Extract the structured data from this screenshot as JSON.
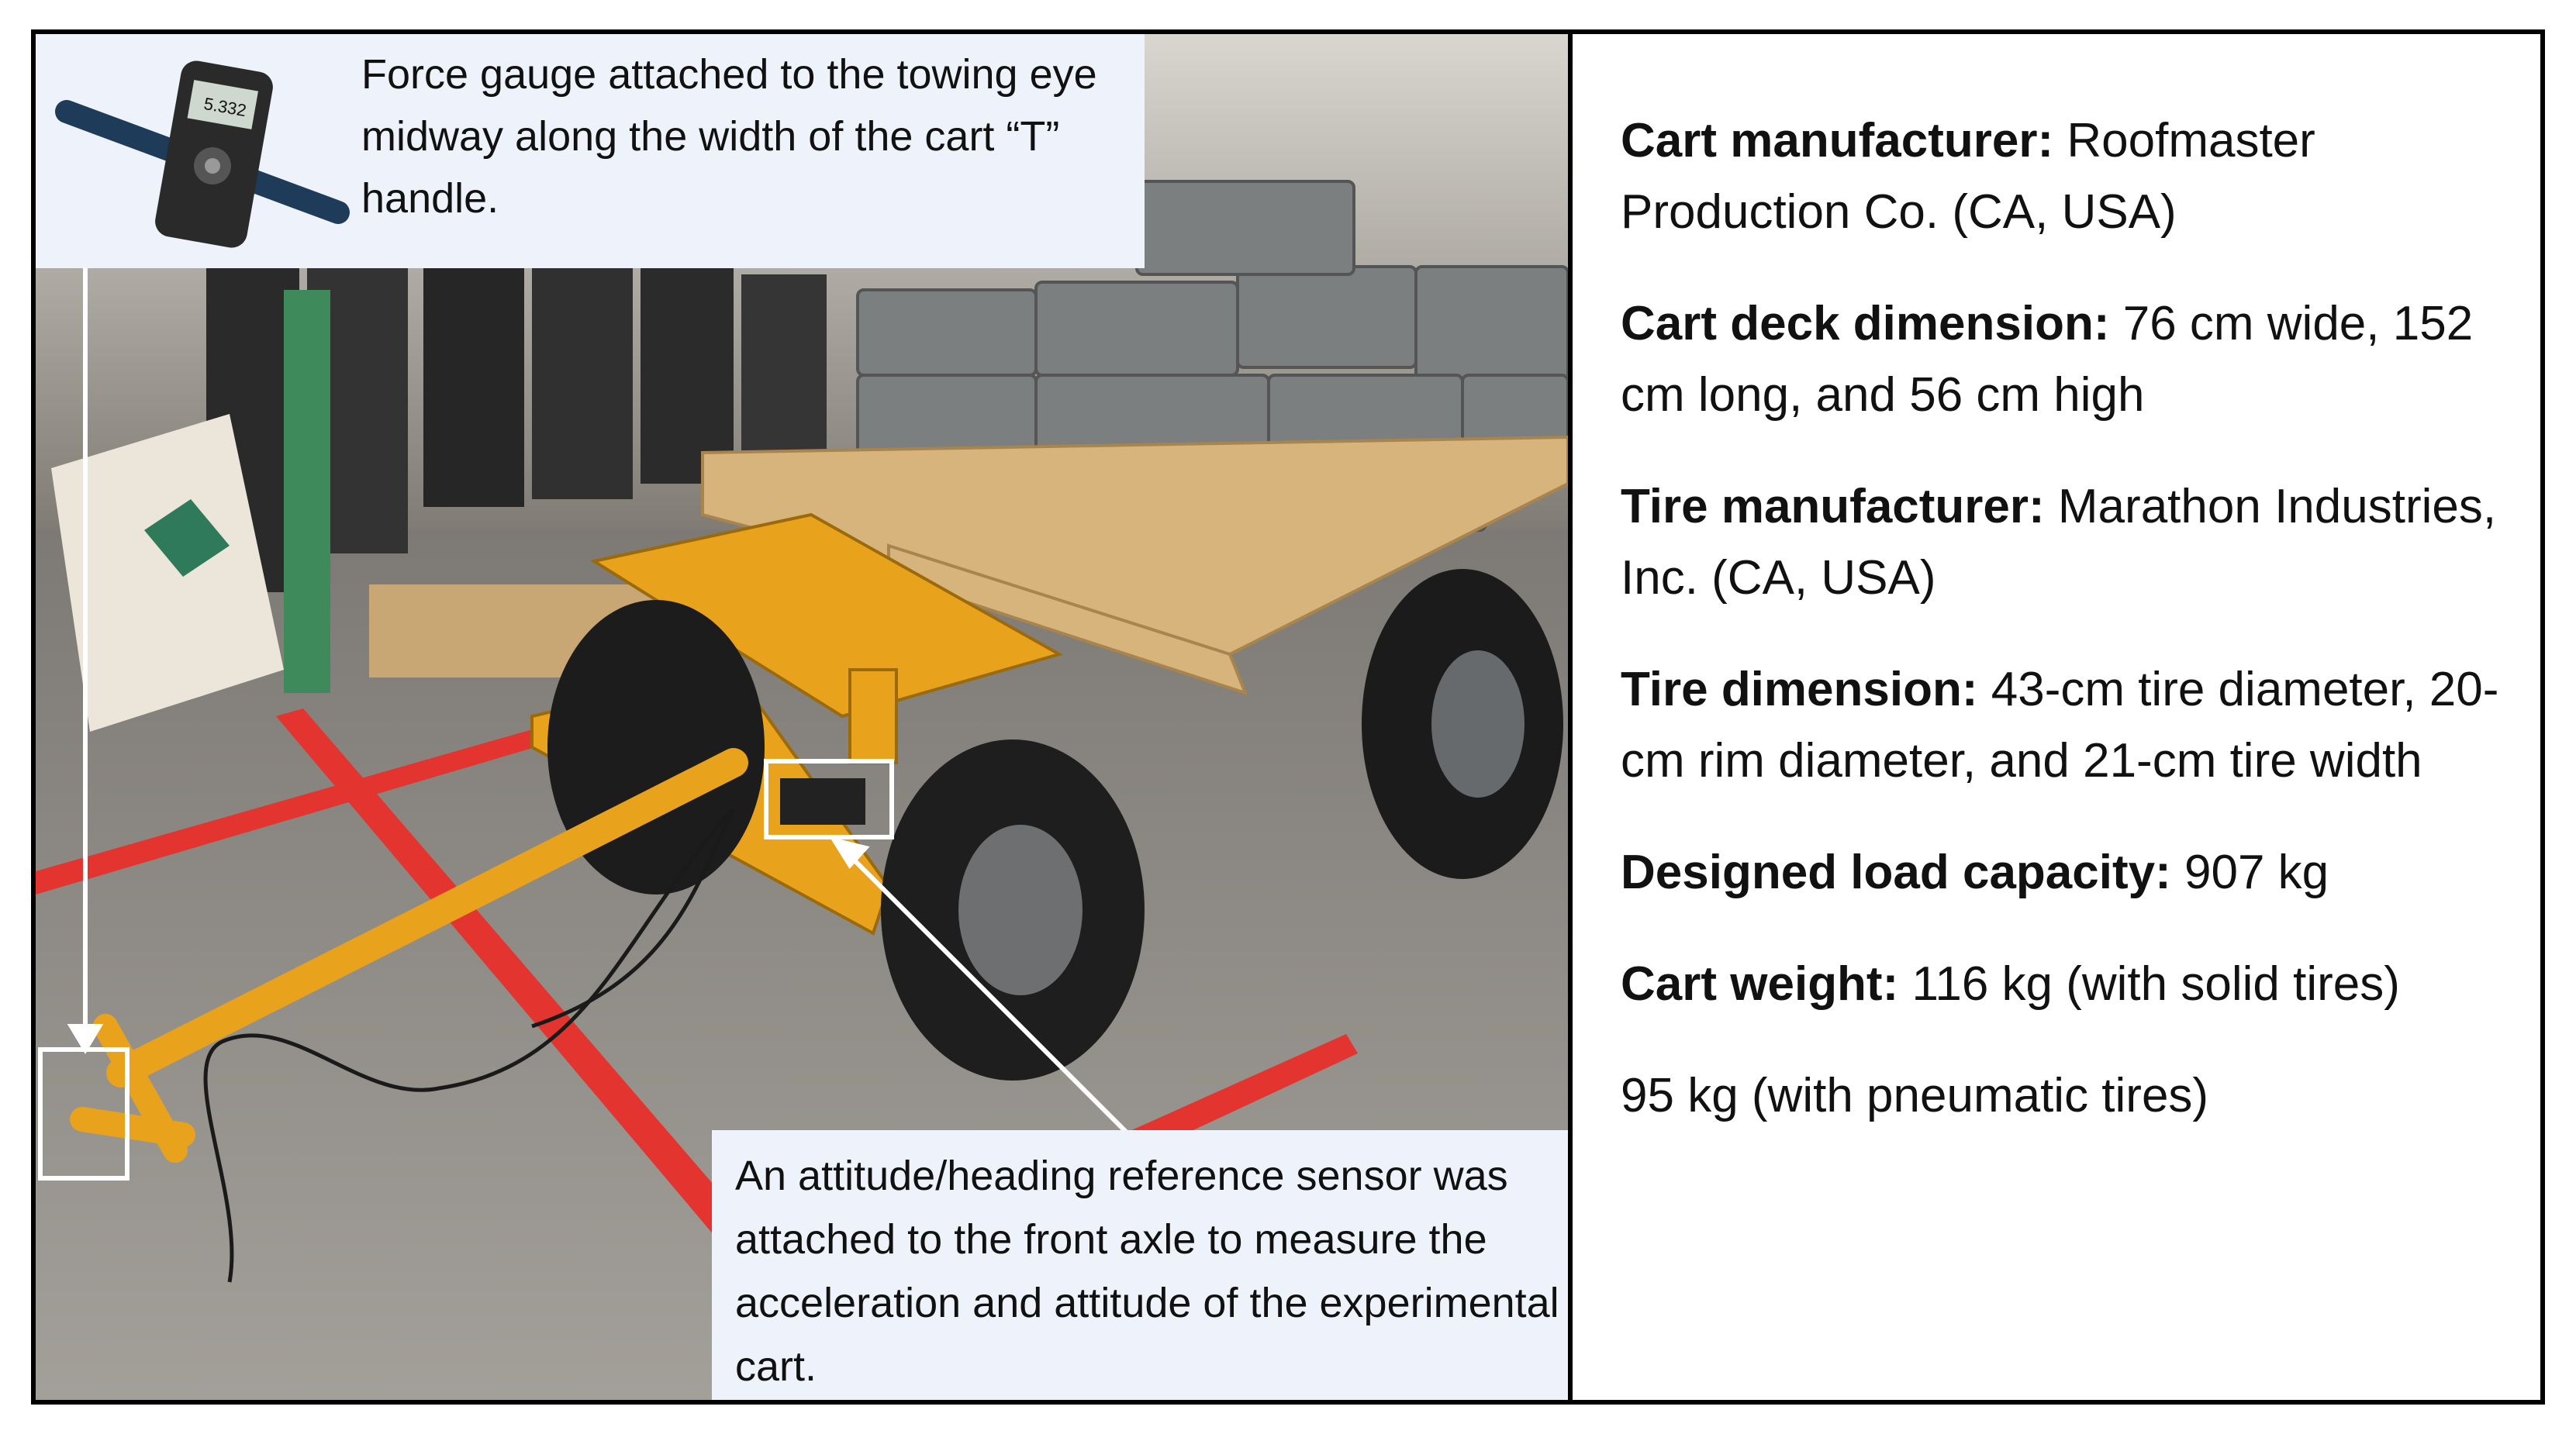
{
  "callouts": {
    "force_gauge": "Force gauge attached to the towing eye midway along the width of the cart “T” handle.",
    "sensor": "An attitude/heading reference sensor was attached to the front axle to measure the acceleration and attitude of the experimental cart."
  },
  "gauge_display": "5.332",
  "specs": [
    {
      "label": "Cart manufacturer:",
      "value": " Roofmaster Production Co. (CA, USA)"
    },
    {
      "label": "Cart deck dimension:",
      "value": " 76 cm wide, 152 cm long, and 56 cm high"
    },
    {
      "label": "Tire manufacturer:",
      "value": " Marathon Industries, Inc. (CA, USA)"
    },
    {
      "label": "Tire dimension:",
      "value": " 43-cm tire diameter, 20-cm rim diameter, and 21-cm tire width"
    },
    {
      "label": "Designed load capacity:",
      "value": " 907 kg"
    },
    {
      "label": "Cart weight:",
      "value": " 116 kg (with solid tires)"
    },
    {
      "label": "",
      "value": "95 kg (with pneumatic tires)"
    }
  ],
  "colors": {
    "cart_orange": "#e8a21c",
    "floor_tape_red": "#e3342f",
    "callout_bg": "#eef3fb",
    "floor_grey": "#8e8b86"
  }
}
